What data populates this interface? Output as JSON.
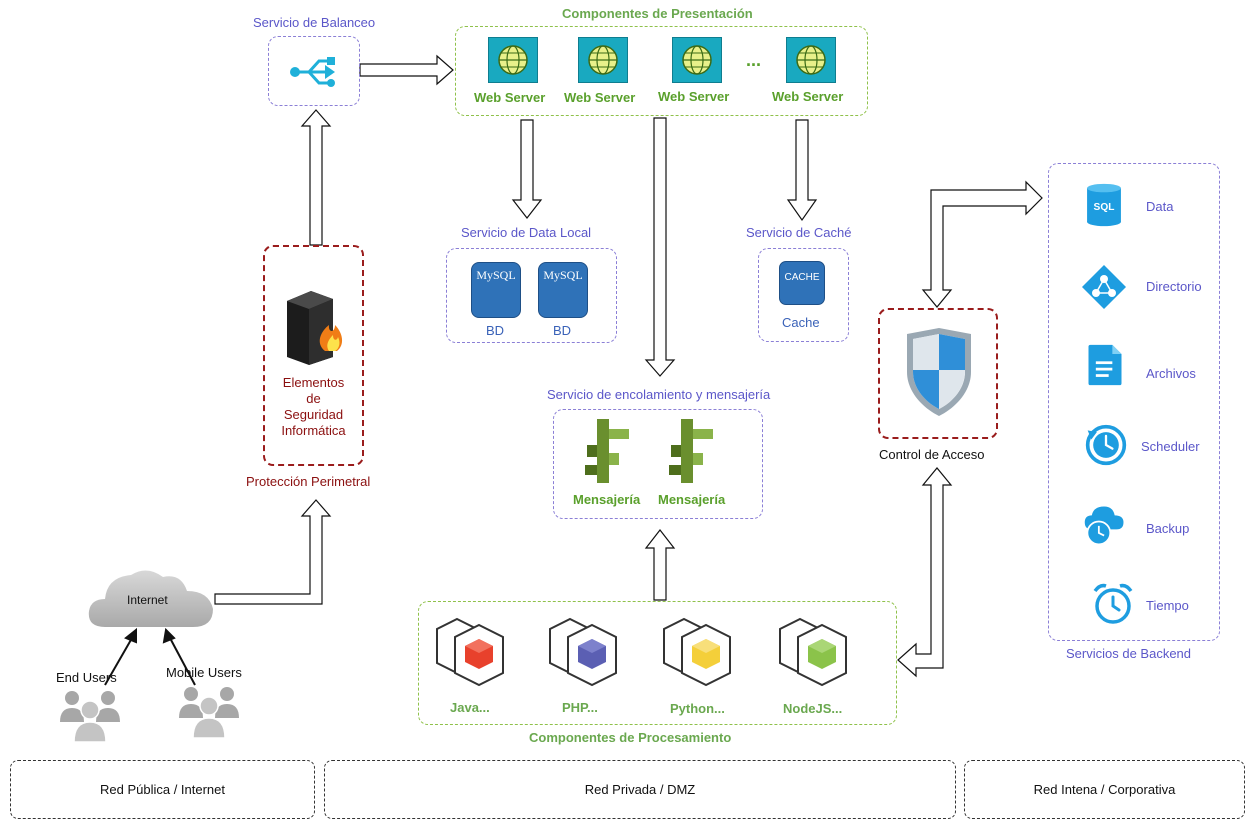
{
  "zones": {
    "public": "Red Pública / Internet",
    "private": "Red Privada / DMZ",
    "internal": "Red Intena / Corporativa"
  },
  "load_balancer": {
    "title": "Servicio de Balanceo"
  },
  "presentation": {
    "title": "Componentes de Presentación",
    "servers": [
      "Web Server",
      "Web Server",
      "Web Server",
      "Web Server"
    ],
    "ellipsis": "..."
  },
  "security": {
    "title": "Protección Perimetral",
    "element_label": [
      "Elementos",
      "de",
      "Seguridad",
      "Informática"
    ]
  },
  "local_data": {
    "title": "Servicio de Data Local",
    "db_brand": "MySQL",
    "dbs": [
      "BD",
      "BD"
    ]
  },
  "cache_service": {
    "title": "Servicio de Caché",
    "icon_text": "CACHE",
    "label": "Cache"
  },
  "queue": {
    "title": "Servicio de encolamiento y mensajería",
    "items": [
      "Mensajería",
      "Mensajería"
    ]
  },
  "access": {
    "label": "Control de Acceso"
  },
  "processing": {
    "title": "Componentes de  Procesamiento",
    "items": [
      {
        "label": "Java...",
        "color": "#e8412c"
      },
      {
        "label": "PHP...",
        "color": "#5b5fb3"
      },
      {
        "label": "Python...",
        "color": "#f4cf3a"
      },
      {
        "label": "NodeJS...",
        "color": "#8bc34a"
      }
    ]
  },
  "backend": {
    "title": "Servicios de Backend",
    "items": [
      {
        "label": "Data",
        "icon": "sql-database-icon",
        "icon_text": "SQL"
      },
      {
        "label": "Directorio",
        "icon": "directory-icon"
      },
      {
        "label": "Archivos",
        "icon": "file-icon"
      },
      {
        "label": "Scheduler",
        "icon": "scheduler-icon"
      },
      {
        "label": "Backup",
        "icon": "backup-icon"
      },
      {
        "label": "Tiempo",
        "icon": "alarm-clock-icon"
      }
    ]
  },
  "internet": {
    "label": "Internet",
    "end_users": "End Users",
    "mobile_users": "Mobile Users"
  },
  "colors": {
    "purple": "#8b7fd6",
    "green": "#8fc14a",
    "red": "#9a1c1c",
    "web_icon": "#19a9c0",
    "db_icon": "#2f72b8",
    "aws_green": "#6a8f2e"
  }
}
